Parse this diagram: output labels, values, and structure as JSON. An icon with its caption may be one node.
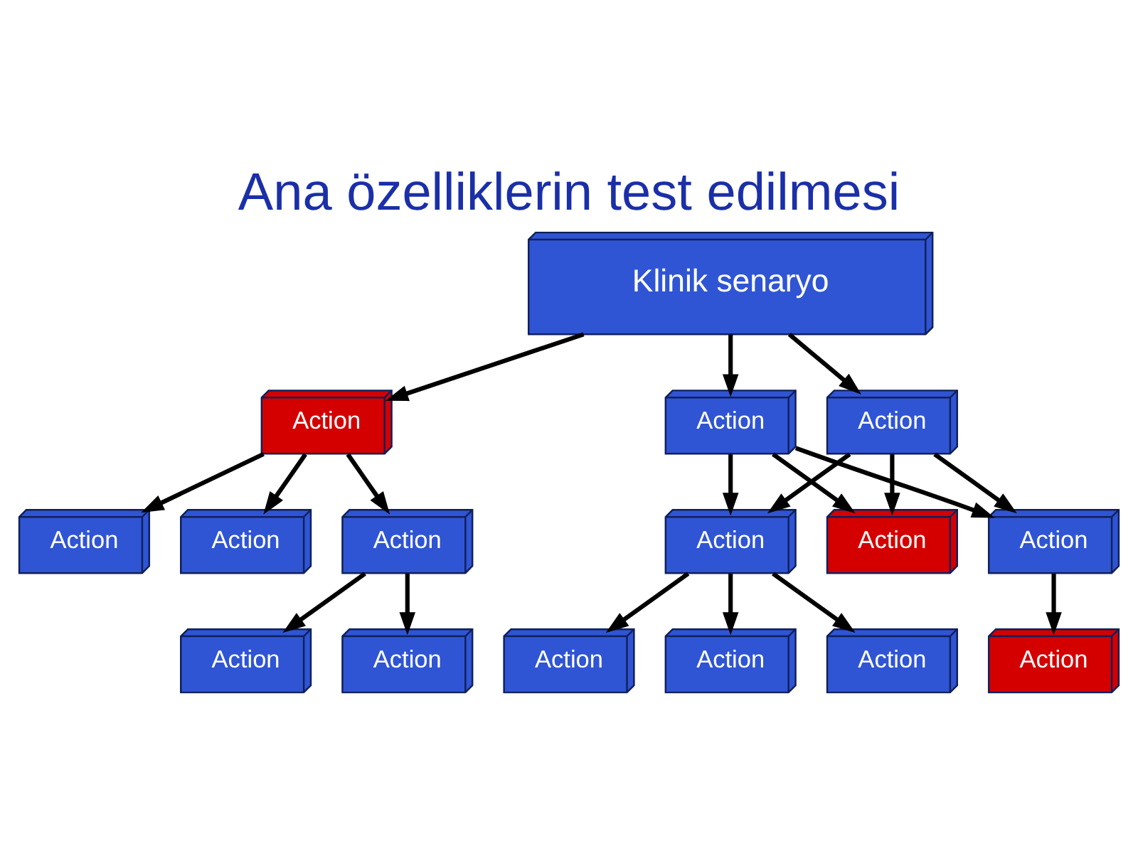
{
  "diagram": {
    "title": "Ana özelliklerin test edilmesi",
    "nodes": [
      {
        "text": [
          "Klinik senaryo"
        ]
      },
      {
        "text": [
          "Action"
        ]
      },
      {
        "text": [
          "Action"
        ]
      },
      {
        "text": [
          "Action"
        ]
      },
      {
        "text": [
          "Action"
        ]
      },
      {
        "text": [
          "Action"
        ]
      },
      {
        "text": [
          "Action"
        ]
      },
      {
        "text": [
          "Action"
        ]
      },
      {
        "text": [
          "Action"
        ]
      },
      {
        "text": [
          "Action"
        ]
      },
      {
        "text": [
          "Action"
        ]
      },
      {
        "text": [
          "Action"
        ]
      },
      {
        "text": [
          "Action"
        ]
      },
      {
        "text": [
          "Action"
        ]
      },
      {
        "text": [
          "Action"
        ]
      },
      {
        "text": [
          "Action"
        ]
      }
    ],
    "edges": [
      {
        "from": 0,
        "to": 1,
        "arrow": "to"
      },
      {
        "from": 0,
        "to": 2,
        "arrow": "to"
      },
      {
        "from": 0,
        "to": 3,
        "arrow": "to"
      },
      {
        "from": 1,
        "to": 4,
        "arrow": "to"
      },
      {
        "from": 1,
        "to": 5,
        "arrow": "to"
      },
      {
        "from": 1,
        "to": 6,
        "arrow": "to"
      },
      {
        "from": 2,
        "to": 7,
        "arrow": "to"
      },
      {
        "from": 2,
        "to": 8,
        "arrow": "to"
      },
      {
        "from": 2,
        "to": 9,
        "arrow": "to"
      },
      {
        "from": 3,
        "to": 7,
        "arrow": "to"
      },
      {
        "from": 3,
        "to": 8,
        "arrow": "to"
      },
      {
        "from": 3,
        "to": 9,
        "arrow": "to"
      },
      {
        "from": 6,
        "to": 10,
        "arrow": "to"
      },
      {
        "from": 6,
        "to": 11,
        "arrow": "to"
      },
      {
        "from": 7,
        "to": 12,
        "arrow": "to"
      },
      {
        "from": 7,
        "to": 13,
        "arrow": "to"
      },
      {
        "from": 7,
        "to": 14,
        "arrow": "to"
      },
      {
        "from": 9,
        "to": 15,
        "arrow": "to"
      }
    ]
  }
}
